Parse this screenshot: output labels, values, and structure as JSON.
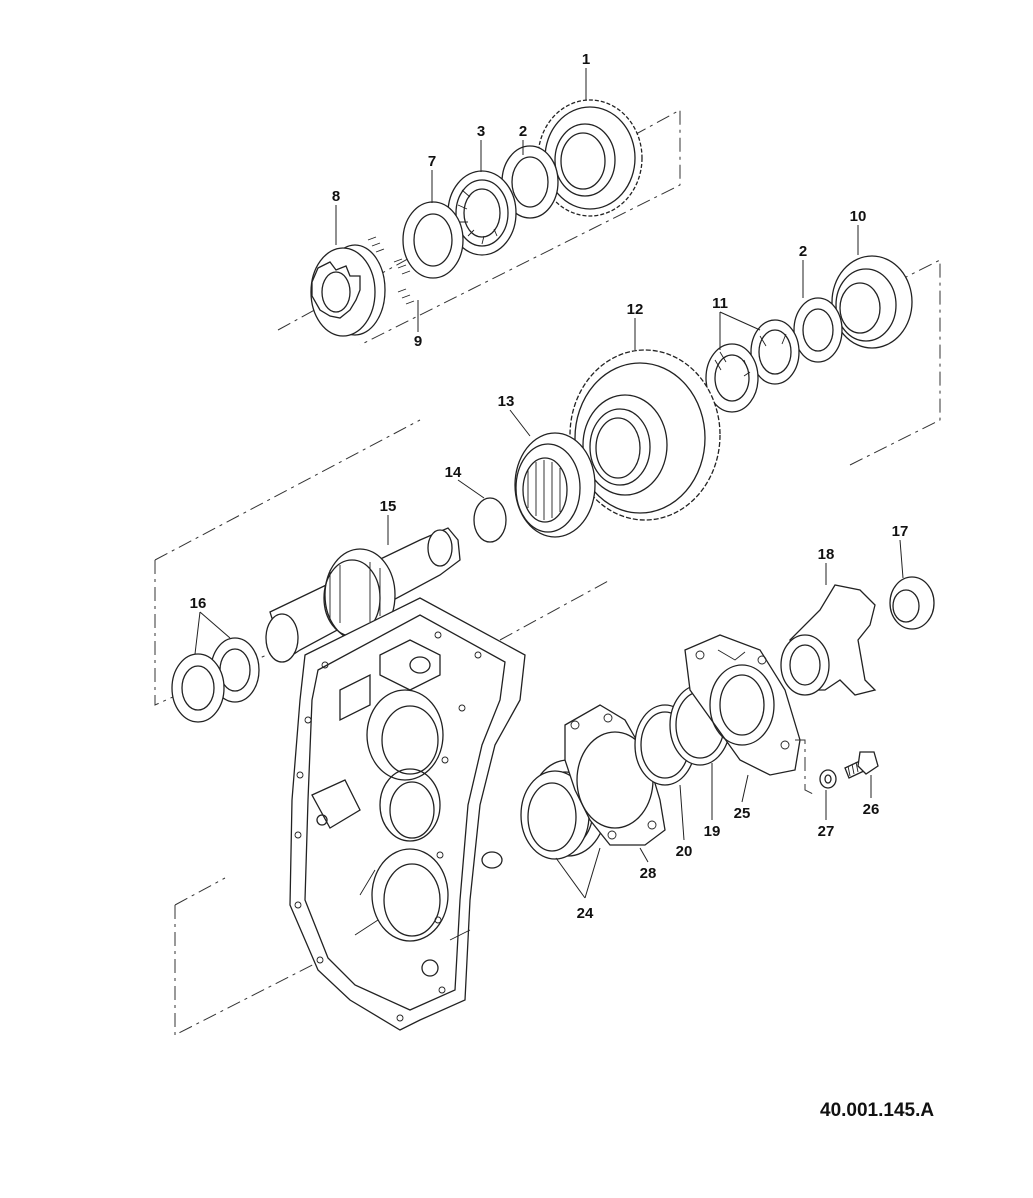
{
  "callouts": {
    "c1": "1",
    "c2a": "2",
    "c3": "3",
    "c7": "7",
    "c8": "8",
    "c9": "9",
    "c10": "10",
    "c2b": "2",
    "c11": "11",
    "c12": "12",
    "c13": "13",
    "c14": "14",
    "c15": "15",
    "c16": "16",
    "c17": "17",
    "c18": "18",
    "c24": "24",
    "c28": "28",
    "c20": "20",
    "c19": "19",
    "c25": "25",
    "c27": "27",
    "c26": "26"
  },
  "reference_code": "40.001.145.A"
}
